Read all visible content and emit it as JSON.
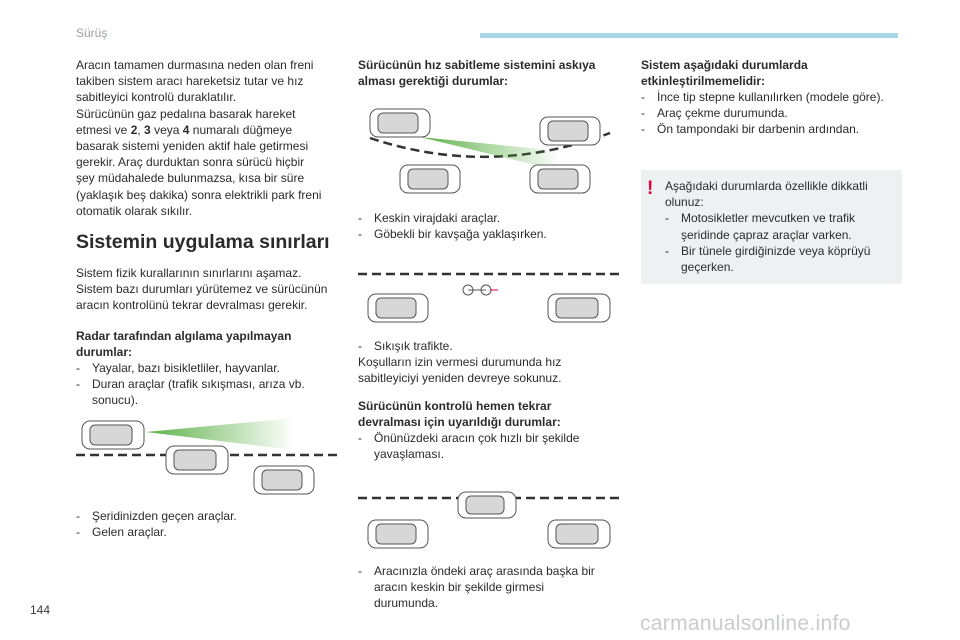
{
  "header": {
    "title": "Sürüş"
  },
  "page_number": "144",
  "watermark": "carmanualsonline.info",
  "col1": {
    "intro_lines": [
      "Aracın tamamen durmasına neden olan freni",
      "takiben sistem aracı hareketsiz tutar ve hız",
      "sabitleyici kontrolü duraklatılır.",
      "Sürücünün gaz pedalına basarak hareket"
    ],
    "intro_line5_a": "etmesi ve ",
    "intro_line5_b2": "2",
    "intro_line5_c": ", ",
    "intro_line5_b3": "3",
    "intro_line5_d": " veya ",
    "intro_line5_b4": "4",
    "intro_line5_e": " numaralı düğmeye",
    "intro_lines_rest": [
      "basarak sistemi yeniden aktif hale getirmesi",
      "gerekir. Araç durduktan sonra sürücü hiçbir",
      "şey müdahalede bulunmazsa, kısa bir süre",
      "(yaklaşık beş dakika) sonra elektrikli park freni",
      "otomatik olarak sıkılır."
    ],
    "section_title": "Sistemin uygulama sınırları",
    "limits_lines": [
      "Sistem fizik kurallarının sınırlarını aşamaz.",
      "Sistem bazı durumları yürütemez ve sürücünün",
      "aracın kontrolünü tekrar devralması gerekir."
    ],
    "radar_heading_lines": [
      "Radar tarafından algılama yapılmayan",
      "durumlar:"
    ],
    "radar_items": [
      "Yayalar, bazı bisikletliler, hayvanlar.",
      "Duran araçlar (trafik sıkışması, arıza vb. sonucu)."
    ],
    "lane_items": [
      "Şeridinizden geçen araçlar.",
      "Gelen araçlar."
    ]
  },
  "col2": {
    "suspend_heading_lines": [
      "Sürücünün hız sabitleme sistemini askıya",
      "alması gerektiği durumlar:"
    ],
    "curve_items": [
      "Keskin virajdaki araçlar.",
      "Göbekli bir kavşağa yaklaşırken."
    ],
    "traffic_item": "Sıkışık trafikte.",
    "traffic_note_lines": [
      "Koşulların izin vermesi durumunda hız",
      "sabitleyiciyi yeniden devreye sokunuz."
    ],
    "takeover_heading_lines": [
      "Sürücünün kontrolü hemen tekrar",
      "devralması için uyarıldığı durumlar:"
    ],
    "takeover_items": [
      "Önünüzdeki aracın çok hızlı bir şekilde yavaşlaması."
    ],
    "cutin_items": [
      "Aracınızla öndeki araç arasında başka bir aracın keskin bir şekilde girmesi durumunda."
    ]
  },
  "col3": {
    "disable_heading_lines": [
      "Sistem aşağıdaki durumlarda",
      "etkinleştirilmemelidir:"
    ],
    "disable_items": [
      "İnce tip stepne kullanılırken (modele göre).",
      "Araç çekme durumunda.",
      "Ön tampondaki bir darbenin ardından."
    ],
    "warning": {
      "icon": "!",
      "intro_lines": [
        "Aşağıdaki durumlarda özellikle dikkatli",
        "olunuz:"
      ],
      "items": [
        "Motosikletler mevcutken ve trafik şeridinde çapraz araçlar varken.",
        "Bir tünele girdiğinizde veya köprüyü geçerken."
      ]
    }
  },
  "colors": {
    "header_bar": "#a9d5e8",
    "warning_red": "#e4003a",
    "radar_beam": "#4aa832",
    "warn_box": "#eef1f2"
  }
}
